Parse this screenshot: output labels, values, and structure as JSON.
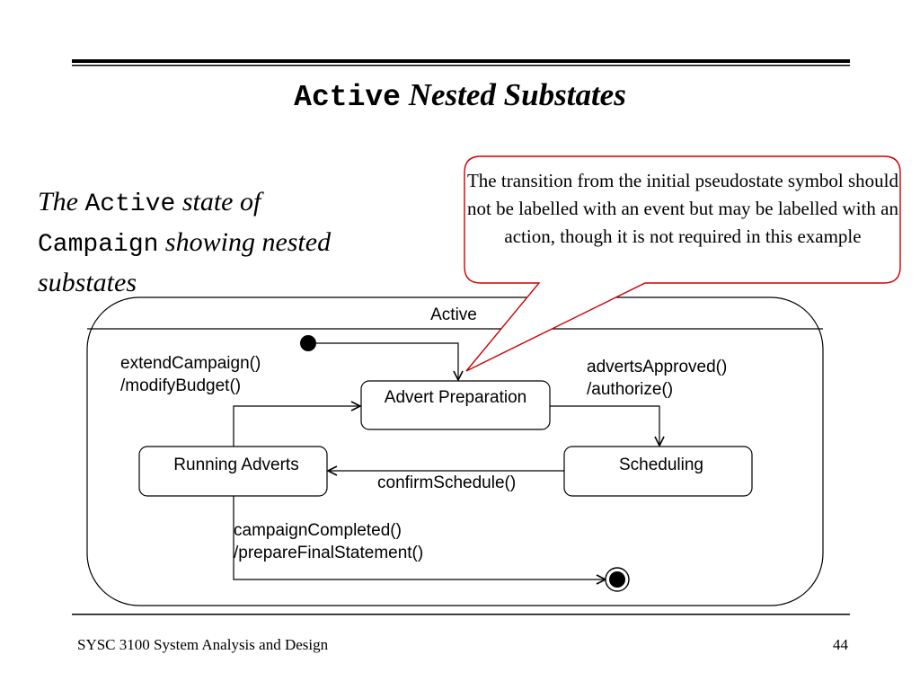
{
  "slide": {
    "title_code": "Active",
    "title_text": "Nested Substates",
    "subtitle": {
      "part1": "The",
      "code1": "Active",
      "part2": "state of",
      "code2": "Campaign",
      "part3": "showing nested",
      "part4": "substates"
    },
    "callout": "The transition from the initial pseudostate symbol should not be labelled with an event but may be labelled with an action, though it is not required in this example",
    "footer_left": "SYSC 3100 System Analysis and Design",
    "page_number": "44"
  },
  "diagram": {
    "composite_state": "Active",
    "states": {
      "advert_preparation": "Advert Preparation",
      "scheduling": "Scheduling",
      "running_adverts": "Running Adverts"
    },
    "transitions": {
      "extend_event": "extendCampaign()",
      "extend_action": "/modifyBudget()",
      "approved_event": "advertsApproved()",
      "approved_action": "/authorize()",
      "confirm_event": "confirmSchedule()",
      "completed_event": "campaignCompleted()",
      "completed_action": "/prepareFinalStatement()"
    },
    "colors": {
      "callout_border": "#cc0000",
      "line": "#000000"
    }
  }
}
